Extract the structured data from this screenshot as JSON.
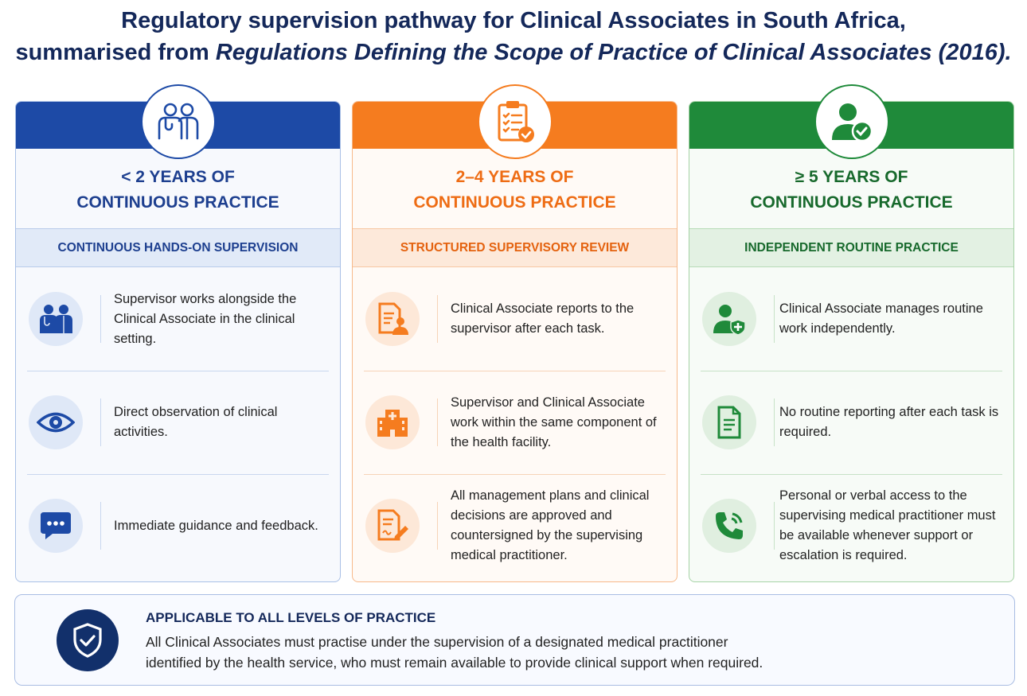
{
  "title": {
    "line1": "Regulatory supervision pathway for Clinical Associates in South Africa,",
    "line2_prefix": "summarised from ",
    "line2_italic": "Regulations Defining the Scope of Practice of Clinical Associates (2016)."
  },
  "columns": [
    {
      "years_line1": "< 2 YEARS OF",
      "years_line2": "CONTINUOUS PRACTICE",
      "subheading": "CONTINUOUS HANDS-ON SUPERVISION",
      "header_icon": "two-people-icon",
      "color": "#1d4aa6",
      "items": [
        {
          "icon": "clinicians-icon",
          "text": "Supervisor works alongside the Clinical Associate in the clinical setting."
        },
        {
          "icon": "eye-icon",
          "text": "Direct observation of clinical activities."
        },
        {
          "icon": "chat-bubble-icon",
          "text": "Immediate guidance and feedback."
        }
      ]
    },
    {
      "years_line1": "2–4 YEARS OF",
      "years_line2": "CONTINUOUS PRACTICE",
      "subheading": "STRUCTURED SUPERVISORY REVIEW",
      "header_icon": "clipboard-check-icon",
      "color": "#f57c1f",
      "items": [
        {
          "icon": "report-person-icon",
          "text": "Clinical Associate reports to the supervisor after each task."
        },
        {
          "icon": "hospital-icon",
          "text": "Supervisor and Clinical Associate work within the same component of the health facility."
        },
        {
          "icon": "document-sign-icon",
          "text": "All management plans and clinical decisions are approved and countersigned by the supervising medical practitioner."
        }
      ]
    },
    {
      "years_line1": "≥ 5 YEARS OF",
      "years_line2": "CONTINUOUS PRACTICE",
      "subheading": "INDEPENDENT ROUTINE PRACTICE",
      "header_icon": "person-check-icon",
      "color": "#1f8a3a",
      "items": [
        {
          "icon": "person-shield-icon",
          "text": "Clinical Associate manages routine work independently."
        },
        {
          "icon": "document-icon",
          "text": "No routine reporting after each task is required."
        },
        {
          "icon": "phone-icon",
          "text": "Personal or verbal access to the supervising medical practitioner must be available whenever support or escalation is required."
        }
      ]
    }
  ],
  "footer": {
    "icon": "shield-check-icon",
    "title": "APPLICABLE TO ALL LEVELS OF PRACTICE",
    "line1": "All Clinical Associates must practise under the supervision of a designated medical practitioner",
    "line2": "identified by the health service, who must remain available to provide clinical support when required."
  }
}
